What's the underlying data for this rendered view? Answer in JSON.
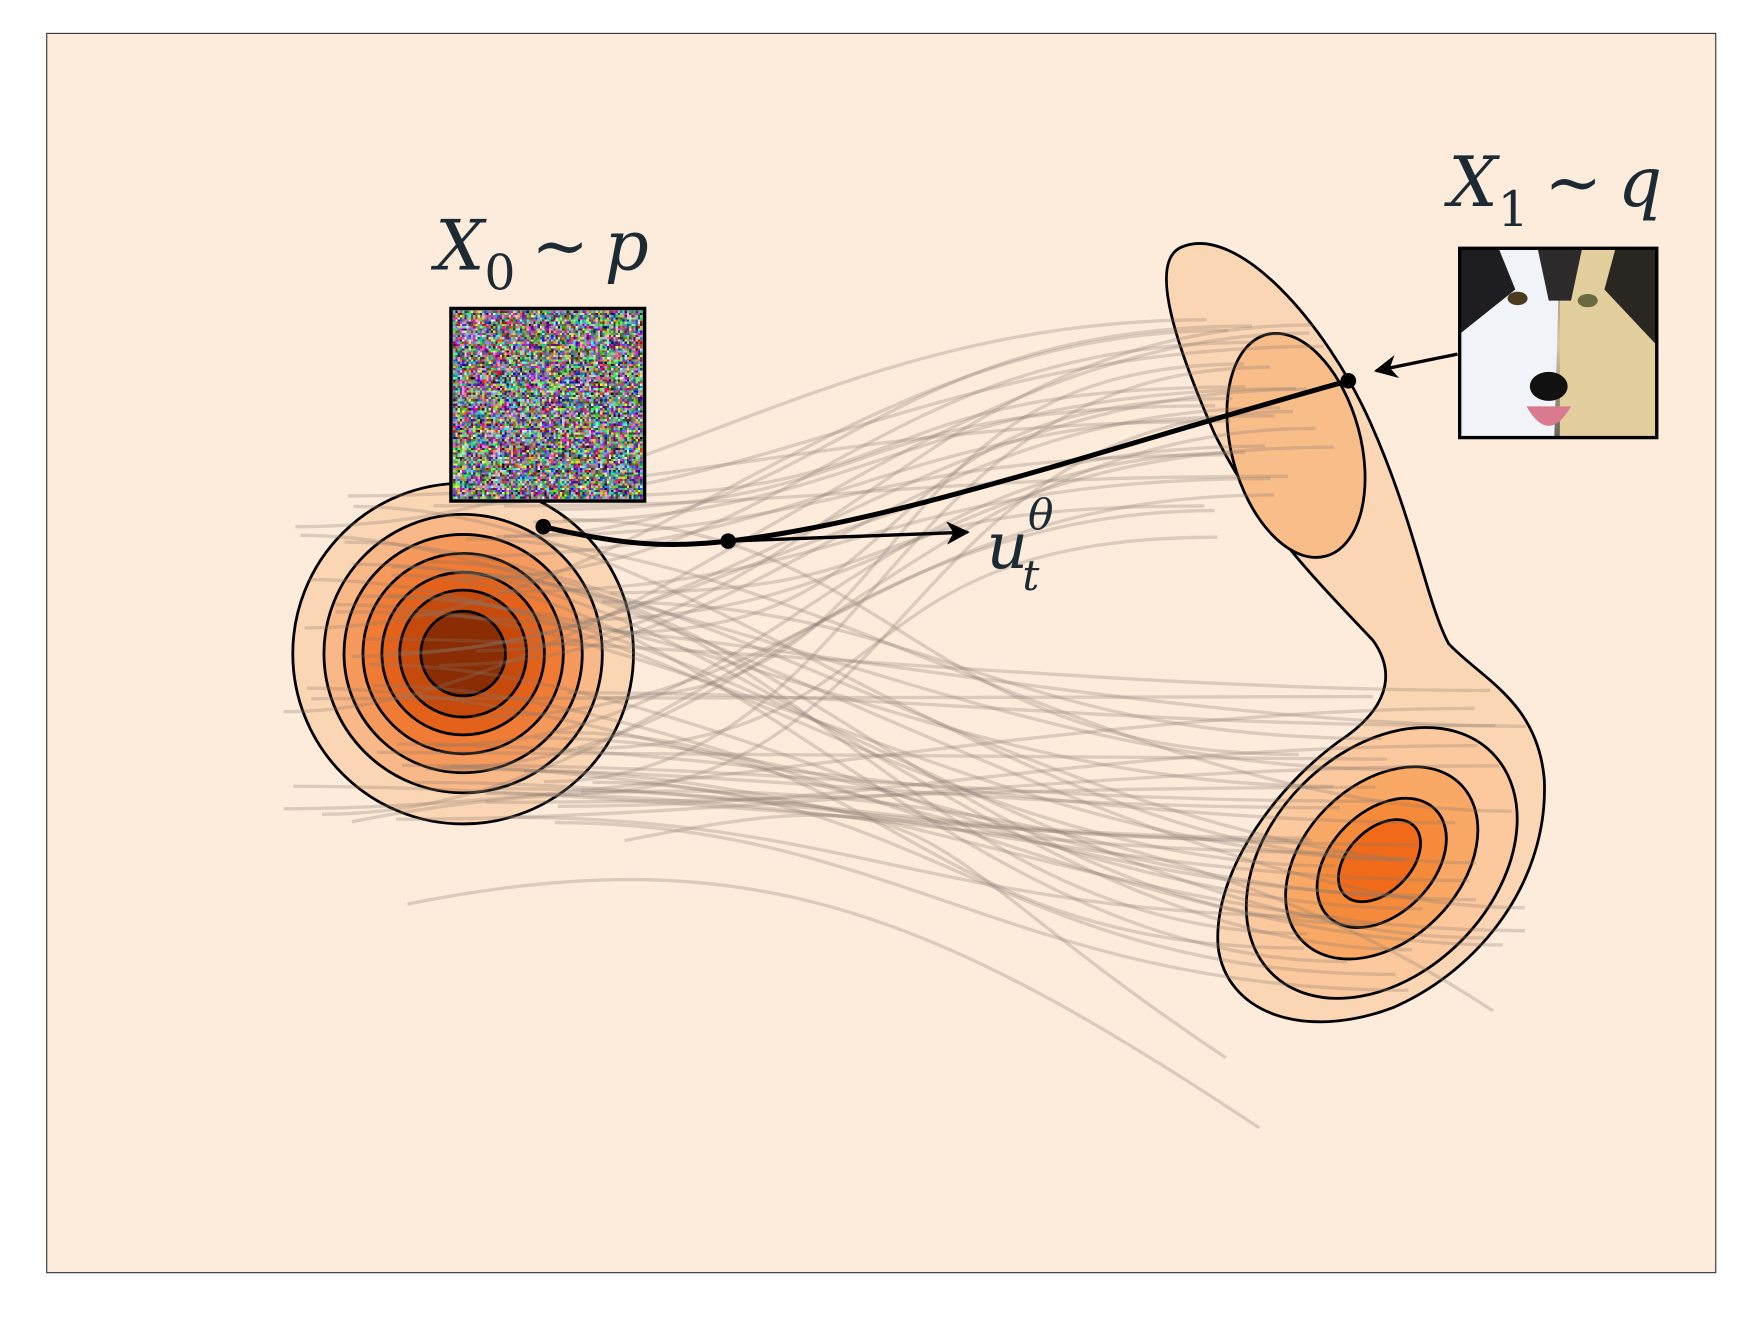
{
  "labels": {
    "source": {
      "var": "X",
      "sub": "0",
      "rel": "~",
      "dist": "p"
    },
    "target": {
      "var": "X",
      "sub": "1",
      "rel": "~",
      "dist": "q"
    },
    "velocity": {
      "var": "u",
      "sub": "t",
      "sup": "θ"
    }
  },
  "colors": {
    "background": "#fdebdc",
    "contour_light": "#fbd2ad",
    "contour_dark": "#8a2d04",
    "trajectory": "#8a7a70"
  },
  "images": {
    "source_sample": "noise-image",
    "target_sample": "husky-dog-photo"
  }
}
